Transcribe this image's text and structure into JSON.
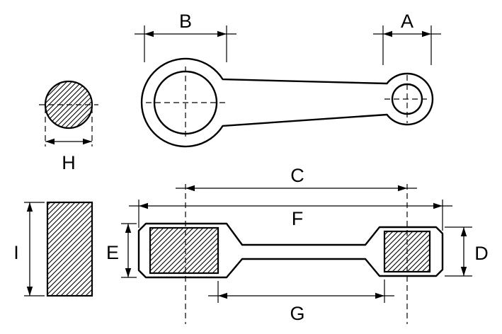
{
  "labels": {
    "A": "A",
    "B": "B",
    "C": "C",
    "D": "D",
    "E": "E",
    "F": "F",
    "G": "G",
    "H": "H",
    "I": "I"
  },
  "colors": {
    "line": "#000000",
    "background": "#ffffff"
  }
}
